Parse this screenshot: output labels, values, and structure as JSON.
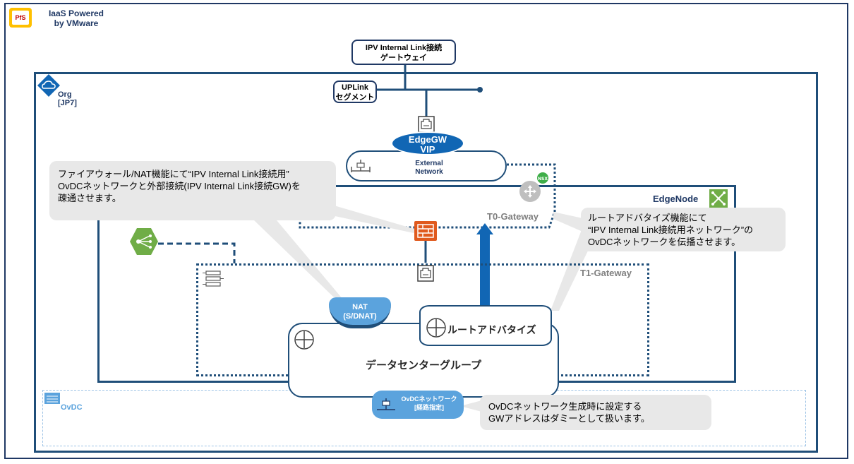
{
  "brand": {
    "badge": "PfS",
    "title_line1": "IaaS Powered",
    "title_line2": "by VMware"
  },
  "gateway_box": {
    "line1": "IPV Internal Link接続",
    "line2": "ゲートウェイ"
  },
  "uplink": {
    "line1": "UPLink",
    "line2": "セグメント"
  },
  "org": {
    "line1": "Org",
    "line2": "[JP7]"
  },
  "edgegw": {
    "line1": "EdgeGW",
    "line2": "VIP"
  },
  "external_network": {
    "line1": "External",
    "line2": "Network"
  },
  "edgenode": {
    "label": "EdgeNode",
    "nsx_badge": "NSX"
  },
  "t0_gateway": {
    "label": "T0-Gateway"
  },
  "t1_gateway": {
    "label": "T1-Gateway"
  },
  "callouts": {
    "firewall": [
      "ファイアウォール/NAT機能にて“IPV Internal Link接続用”",
      "OvDCネットワークと外部接続(IPV Internal Link接続GW)を",
      "疎通させます。"
    ],
    "route_adv": [
      "ルートアドバタイズ機能にて",
      "“IPV Internal Link接続用ネットワーク”の",
      "OvDCネットワークを伝播させます。"
    ],
    "ovdc_gw": [
      "OvDCネットワーク生成時に設定する",
      "GWアドレスはダミーとして扱います。"
    ]
  },
  "nat": {
    "line1": "NAT",
    "line2": "(S/DNAT)"
  },
  "route_advertise": {
    "label": "ルートアドバタイズ"
  },
  "datacenter_group": {
    "label": "データセンターグループ"
  },
  "ovdc_network": {
    "line1": "OvDCネットワーク",
    "line2": "[経路指定]"
  },
  "ovdc": {
    "label": "OvDC"
  },
  "colors": {
    "navy": "#1f4e79",
    "blue": "#1166b4",
    "light_blue": "#5ba3dd",
    "firewall_orange": "#e05a1e",
    "green": "#70ad47",
    "callout_gray": "#e8e8e8",
    "badge_yellow": "#ffc000"
  },
  "icons": [
    "cloud-icon",
    "ethernet-port-icon",
    "router-icon",
    "firewall-icon",
    "load-balancer-icon",
    "server-rack-icon",
    "circle-cross-icon",
    "edge-node-icon",
    "nsx-router-icon",
    "network-switch-icon",
    "datacenter-icon",
    "up-arrow-icon"
  ]
}
